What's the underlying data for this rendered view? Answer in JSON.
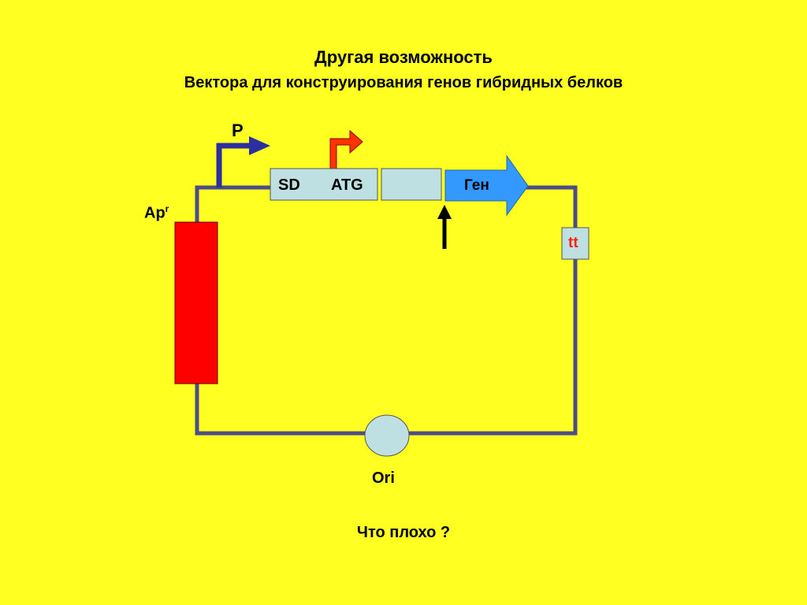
{
  "title": "Другая возможность",
  "subtitle": "Вектора для конструирования генов гибридных белков",
  "labels": {
    "promoter": "P",
    "sd": "SD",
    "atg": "ATG",
    "gene": "Ген",
    "amp_base": "Ap",
    "amp_sup": "r",
    "terminator": "tt",
    "origin": "Ori"
  },
  "question": "Что плохо ?",
  "colors": {
    "background": "#FFFF22",
    "circuit": "#4B4C88",
    "box_fill": "#BEE0E2",
    "gene_arrow": "#3399FF",
    "amp_block": "#FF0000",
    "terminator_text": "#FF2200",
    "start_arrow": "#FF3300",
    "promoter_arrow": "#2B2FA0"
  }
}
